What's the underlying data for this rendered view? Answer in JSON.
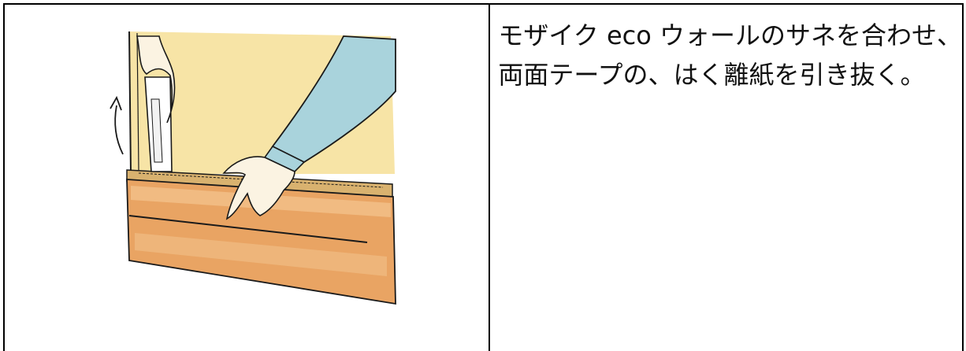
{
  "instruction": {
    "line1": "モザイク eco ウォールのサネを合わせ、",
    "line2": "両面テープの、はく離紙を引き抜く。"
  },
  "illustration": {
    "icon": "installation-illustration",
    "colors": {
      "wall": "#f7e4a6",
      "panel": "#e9a463",
      "panel_light": "#f2c18a",
      "sleeve": "#a9d3dc",
      "skin": "#fbf3e2",
      "ink": "#1a1a1a"
    }
  }
}
